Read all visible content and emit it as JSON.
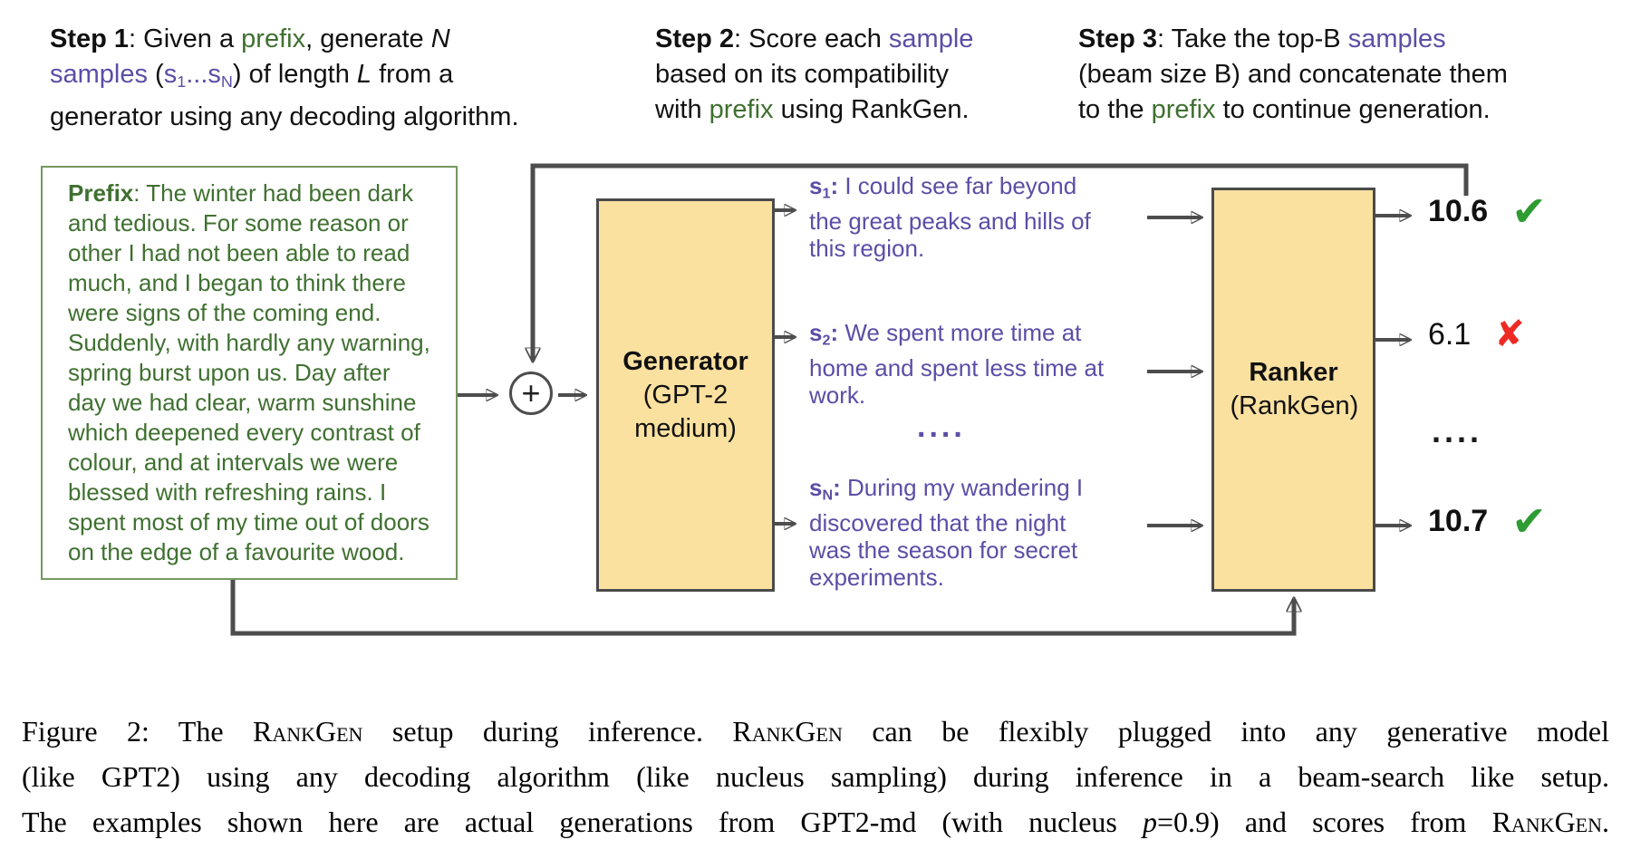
{
  "colors": {
    "green": "#3f7030",
    "green_border": "#74995f",
    "purple": "#5b4ea6",
    "box_fill": "#fbe1a0",
    "line": "#4d4d4d",
    "check": "#2e9b33",
    "cross": "#ee2a24"
  },
  "steps": {
    "step1": {
      "segments": [
        {
          "t": "Step 1",
          "s": "b"
        },
        {
          "t": ": Given a "
        },
        {
          "t": "prefix",
          "s": "green"
        },
        {
          "t": ", generate "
        },
        {
          "t": "N",
          "s": "i"
        },
        {
          "br": true
        },
        {
          "t": "samples",
          "s": "purple"
        },
        {
          "t": " ("
        },
        {
          "t": "s",
          "s": "purple"
        },
        {
          "t": "1",
          "s": "purple sub"
        },
        {
          "t": "...s",
          "s": "purple"
        },
        {
          "t": "N",
          "s": "purple sub"
        },
        {
          "t": ") of length "
        },
        {
          "t": "L",
          "s": "i"
        },
        {
          "t": " from a"
        },
        {
          "br": true
        },
        {
          "t": "generator using any decoding algorithm."
        }
      ]
    },
    "step2": {
      "segments": [
        {
          "t": "Step 2",
          "s": "b"
        },
        {
          "t": ": Score each "
        },
        {
          "t": "sample",
          "s": "purple"
        },
        {
          "br": true
        },
        {
          "t": "based on its compatibility"
        },
        {
          "br": true
        },
        {
          "t": "with "
        },
        {
          "t": "prefix",
          "s": "green"
        },
        {
          "t": " using RankGen."
        }
      ]
    },
    "step3": {
      "segments": [
        {
          "t": "Step 3",
          "s": "b"
        },
        {
          "t": ": Take the top-B "
        },
        {
          "t": "samples",
          "s": "purple"
        },
        {
          "br": true
        },
        {
          "t": "(beam size B) and concatenate them"
        },
        {
          "br": true
        },
        {
          "t": "to the "
        },
        {
          "t": "prefix",
          "s": "green"
        },
        {
          "t": " to continue generation."
        }
      ]
    }
  },
  "diagram": {
    "prefix_box": {
      "segments": [
        {
          "t": "Prefix",
          "s": "b"
        },
        {
          "t": ": The winter had been dark and tedious. For some reason or other I had not been able to read much, and I began to think there were signs of the coming end. Suddenly, with hardly any warning, spring burst upon us. Day after day we had clear, warm sunshine which deepened every contrast of colour, and at intervals we were blessed with refreshing rains. I spent most of my time out of doors on the edge of a favourite wood."
        }
      ]
    },
    "plus_label": "+",
    "generator": {
      "title": "Generator",
      "subtitle": "(GPT-2 medium)"
    },
    "ranker": {
      "title": "Ranker",
      "subtitle": "(RankGen)"
    },
    "samples": [
      {
        "segments": [
          {
            "t": "s",
            "s": "b"
          },
          {
            "t": "1",
            "s": "b sub"
          },
          {
            "t": ": ",
            "s": "b"
          },
          {
            "t": "I could see far beyond the great peaks and hills of this region."
          }
        ]
      },
      {
        "segments": [
          {
            "t": "s",
            "s": "b"
          },
          {
            "t": "2",
            "s": "b sub"
          },
          {
            "t": ": ",
            "s": "b"
          },
          {
            "t": "We spent more time at home and spent less time at work."
          }
        ]
      },
      {
        "segments": [
          {
            "t": "s",
            "s": "b"
          },
          {
            "t": "N",
            "s": "b sub"
          },
          {
            "t": ": ",
            "s": "b"
          },
          {
            "t": "During my wandering I discovered that the night was the season for secret experiments."
          }
        ]
      }
    ],
    "samples_ellipsis": "....",
    "scores": [
      {
        "value": "10.6",
        "mark": "✔"
      },
      {
        "value": "6.1",
        "mark": "✘"
      },
      {
        "value": "10.7",
        "mark": "✔"
      }
    ],
    "scores_ellipsis": "...."
  },
  "caption": {
    "line1": [
      {
        "t": "Figure 2: The "
      },
      {
        "t": "RankGen",
        "s": "sc"
      },
      {
        "t": " setup during inference. "
      },
      {
        "t": "RankGen",
        "s": "sc"
      },
      {
        "t": " can be flexibly plugged into any generative model"
      }
    ],
    "line2": [
      {
        "t": "(like GPT2) using any decoding algorithm (like nucleus sampling) during inference in a beam-search like setup."
      }
    ],
    "line3": [
      {
        "t": "The examples shown here are actual generations from GPT2-md (with nucleus "
      },
      {
        "t": "p",
        "s": "i"
      },
      {
        "t": "=0.9) and scores from "
      },
      {
        "t": "RankGen",
        "s": "sc"
      },
      {
        "t": "."
      }
    ]
  }
}
